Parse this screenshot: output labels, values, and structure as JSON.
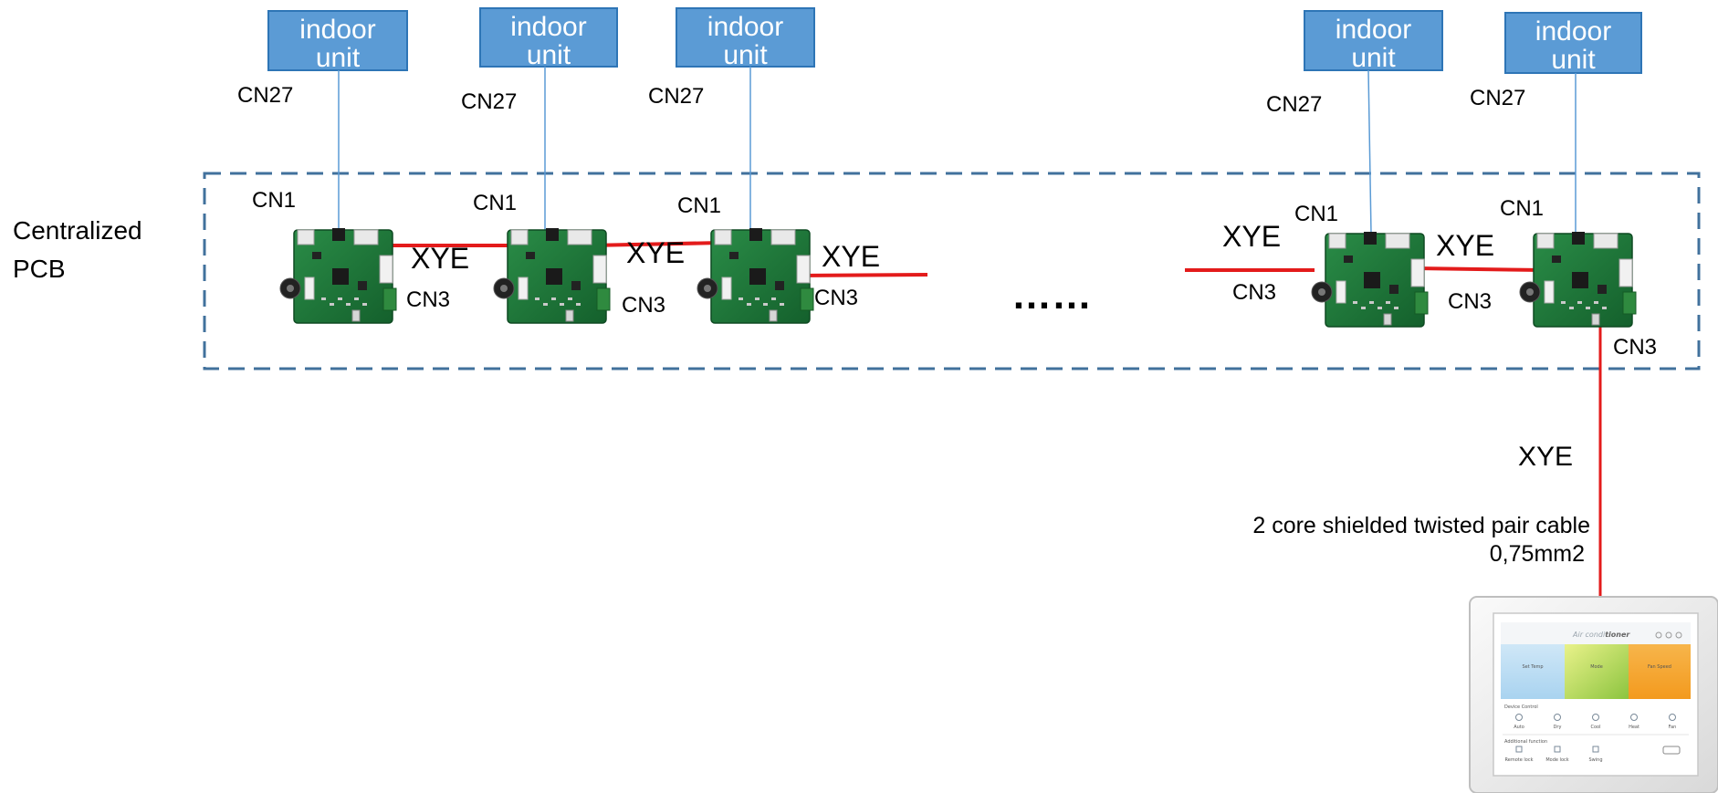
{
  "left_label": {
    "line1": "Centralized",
    "line2": "PCB"
  },
  "indoor_unit": {
    "line1": "indoor",
    "line2": "unit"
  },
  "port_labels": {
    "cn27": "CN27",
    "cn1": "CN1",
    "cn3": "CN3"
  },
  "bus_label": "XYE",
  "ellipsis": "……",
  "cable": {
    "line1": "2 core shielded twisted pair cable",
    "line2": "0,75mm2"
  },
  "controller": {
    "title_a": "Air condi",
    "title_b": "tioner",
    "tiles": [
      "Set Temp",
      "Mode",
      "Fan Speed"
    ],
    "section_device": "Device Control",
    "device_items": [
      "Auto",
      "Dry",
      "Cool",
      "Heat",
      "Fan"
    ],
    "section_additional": "Additional function",
    "additional_items": [
      "Remote lock",
      "Mode lock",
      "Swing"
    ]
  },
  "colors": {
    "unit_box": "#5b9bd5",
    "unit_border": "#2e75b6",
    "signal_line": "#5b9bd5",
    "xye_line": "#e31b1b",
    "dashed_border": "#41719c",
    "pcb_green": "#1d7a3a"
  }
}
